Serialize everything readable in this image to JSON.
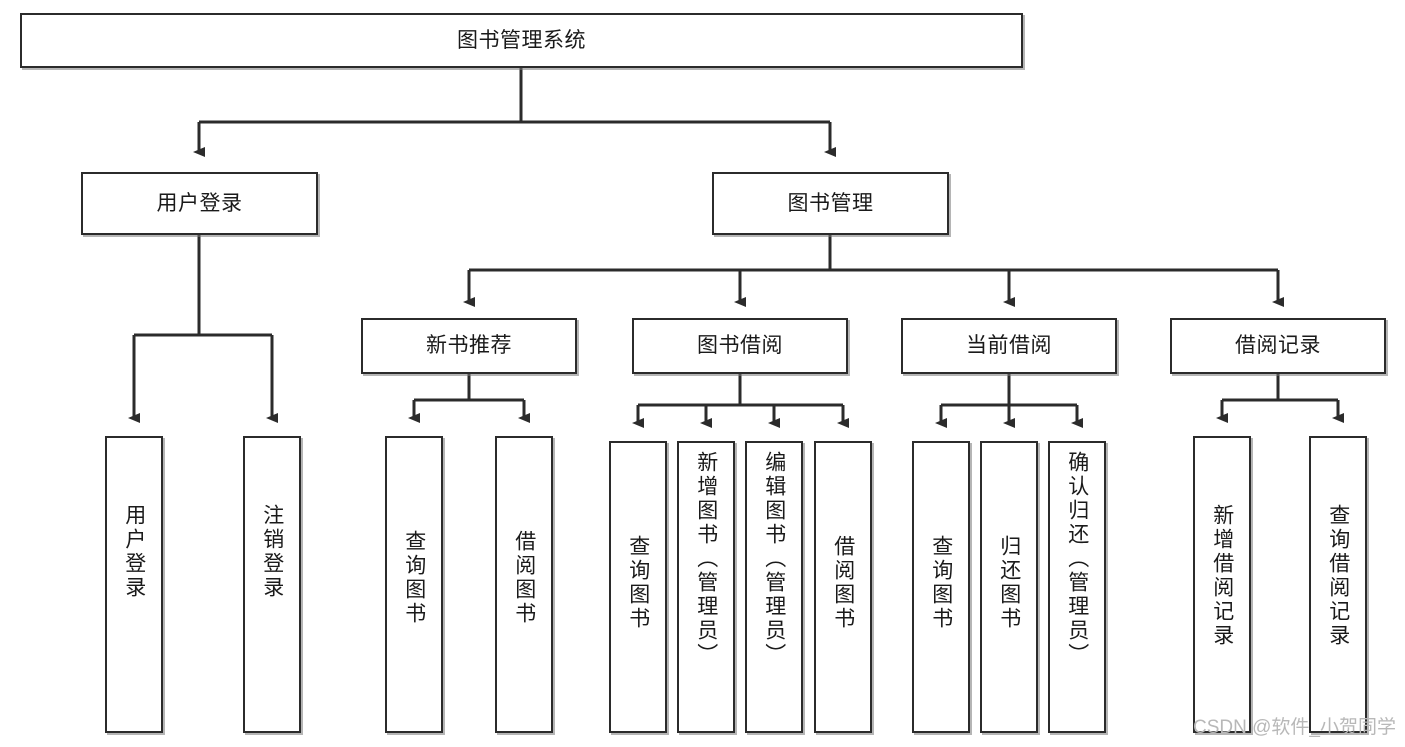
{
  "diagram": {
    "title": "图书管理系统",
    "type": "tree-hierarchy",
    "watermark": "CSDN @软件_小贺同学",
    "colors": {
      "box_border": "#2b2b2b",
      "box_fill": "#ffffff",
      "connector": "#2b2b2b",
      "text": "#1a1a1a",
      "watermark": "#b8b8b8"
    },
    "root": {
      "label": "图书管理系统"
    },
    "level2": [
      {
        "label": "用户登录"
      },
      {
        "label": "图书管理"
      }
    ],
    "level3": [
      {
        "label": "新书推荐"
      },
      {
        "label": "图书借阅"
      },
      {
        "label": "当前借阅"
      },
      {
        "label": "借阅记录"
      }
    ],
    "leaves_user_login": [
      {
        "label": "用户登录"
      },
      {
        "label": "注销登录"
      }
    ],
    "leaves_new_books": [
      {
        "label": "查询图书"
      },
      {
        "label": "借阅图书"
      }
    ],
    "leaves_borrow": [
      {
        "label": "查询图书"
      },
      {
        "label": "新增图书（管理员）"
      },
      {
        "label": "编辑图书（管理员）"
      },
      {
        "label": "借阅图书"
      }
    ],
    "leaves_current": [
      {
        "label": "查询图书"
      },
      {
        "label": "归还图书"
      },
      {
        "label": "确认归还（管理员）"
      }
    ],
    "leaves_records": [
      {
        "label": "新增借阅记录"
      },
      {
        "label": "查询借阅记录"
      }
    ]
  }
}
